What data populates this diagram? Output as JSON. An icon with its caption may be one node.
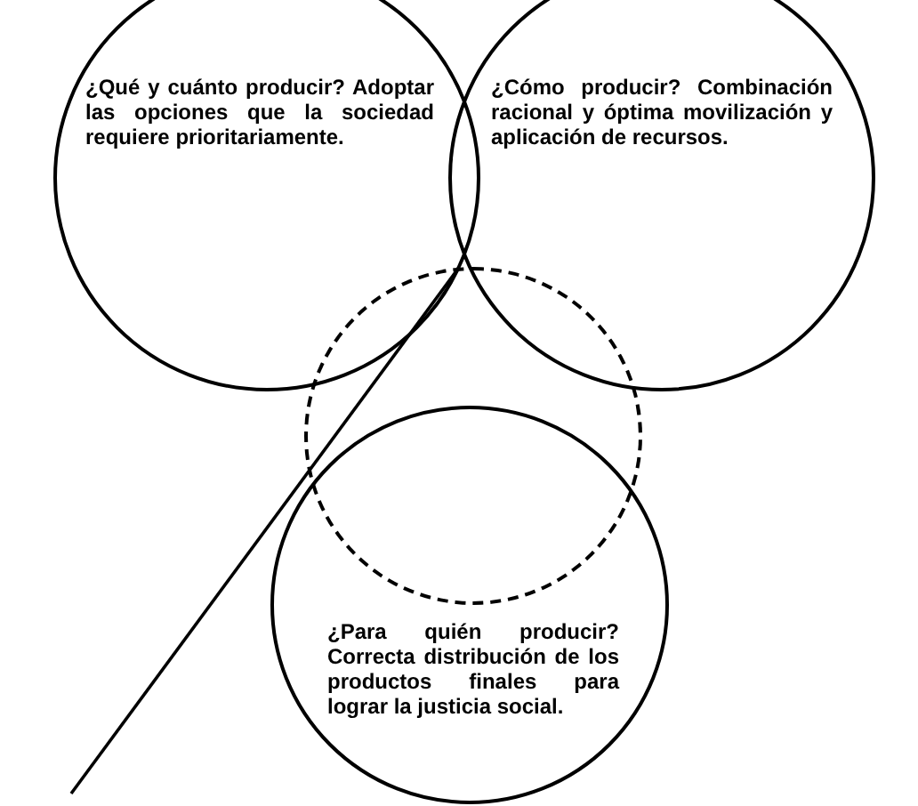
{
  "diagram": {
    "nodes": [
      {
        "text": [
          "¿Qué y cuánto producir? Adoptar las opciones que la sociedad requiere prioritariamente."
        ]
      },
      {
        "text": [
          "¿Cómo producir? Combinación racional y óptima movilización y aplicación de recursos."
        ]
      },
      {
        "text": [
          "¿Para quién producir? Correcta distribución de los productos finales para lograr la justicia social."
        ]
      },
      {
        "text": [],
        "shape": "circle"
      }
    ],
    "edges": [
      {
        "from": null,
        "to": 3,
        "arrow": "none"
      }
    ]
  }
}
